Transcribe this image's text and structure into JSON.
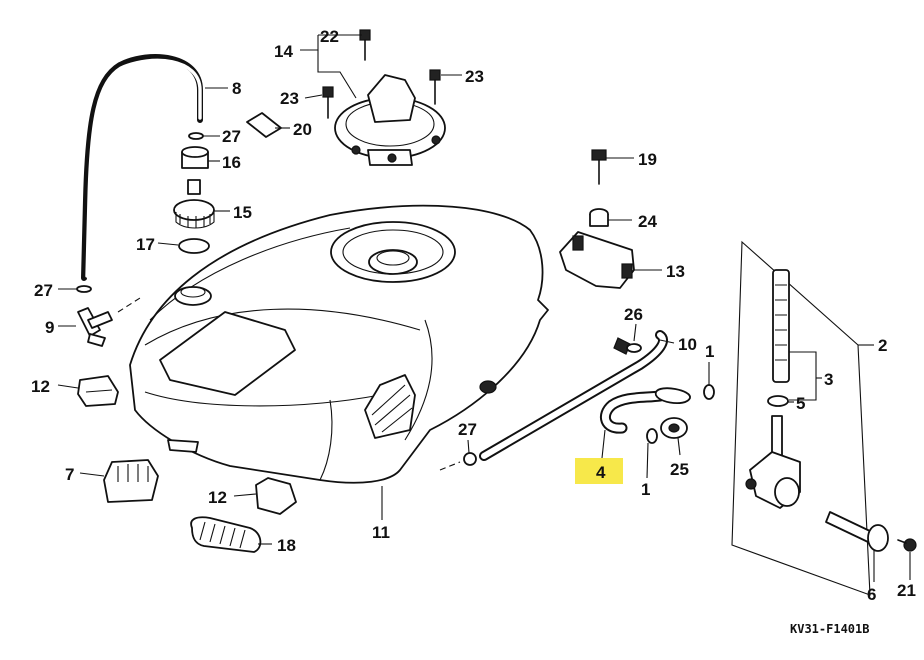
{
  "diagram": {
    "code": "KV31-F1401B",
    "highlight_color": "#f7e84a",
    "highlighted_part": "4",
    "callouts": [
      {
        "id": "c22",
        "text": "22"
      },
      {
        "id": "c14",
        "text": "14"
      },
      {
        "id": "c23a",
        "text": "23"
      },
      {
        "id": "c23b",
        "text": "23"
      },
      {
        "id": "c8",
        "text": "8"
      },
      {
        "id": "c27a",
        "text": "27"
      },
      {
        "id": "c20",
        "text": "20"
      },
      {
        "id": "c16",
        "text": "16"
      },
      {
        "id": "c15",
        "text": "15"
      },
      {
        "id": "c17",
        "text": "17"
      },
      {
        "id": "c27b",
        "text": "27"
      },
      {
        "id": "c9",
        "text": "9"
      },
      {
        "id": "c12a",
        "text": "12"
      },
      {
        "id": "c7",
        "text": "7"
      },
      {
        "id": "c12b",
        "text": "12"
      },
      {
        "id": "c18",
        "text": "18"
      },
      {
        "id": "c11",
        "text": "11"
      },
      {
        "id": "c27c",
        "text": "27"
      },
      {
        "id": "c19",
        "text": "19"
      },
      {
        "id": "c24",
        "text": "24"
      },
      {
        "id": "c13",
        "text": "13"
      },
      {
        "id": "c26",
        "text": "26"
      },
      {
        "id": "c10",
        "text": "10"
      },
      {
        "id": "c1a",
        "text": "1"
      },
      {
        "id": "c1b",
        "text": "1"
      },
      {
        "id": "c25",
        "text": "25"
      },
      {
        "id": "c4",
        "text": "4"
      },
      {
        "id": "c2",
        "text": "2"
      },
      {
        "id": "c3",
        "text": "3"
      },
      {
        "id": "c5",
        "text": "5"
      },
      {
        "id": "c6",
        "text": "6"
      },
      {
        "id": "c21",
        "text": "21"
      }
    ]
  }
}
